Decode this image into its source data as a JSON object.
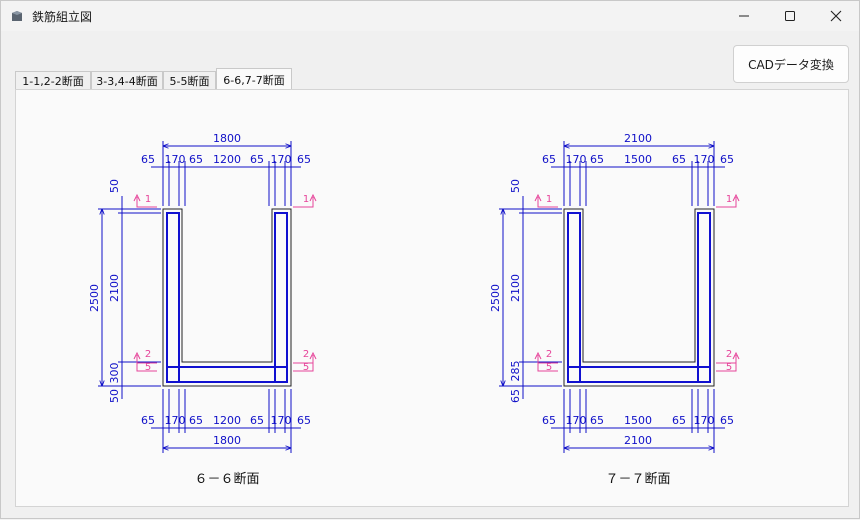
{
  "window": {
    "title": "鉄筋組立図"
  },
  "toolbar": {
    "cad_button_label": "CADデータ変換"
  },
  "tabs": [
    {
      "label": "1-1,2-2断面",
      "active": false
    },
    {
      "label": "3-3,4-4断面",
      "active": false
    },
    {
      "label": "5-5断面",
      "active": false
    },
    {
      "label": "6-6,7-7断面",
      "active": true
    }
  ],
  "colors": {
    "dimension": "#1010c8",
    "section_mark": "#e6449a",
    "rebar": "#1010d0",
    "outline": "#222222"
  },
  "section_left": {
    "caption": "６－６断面",
    "top_total": "1800",
    "bottom_total": "1800",
    "top_parts": [
      "65",
      "170",
      "65",
      "1200",
      "65",
      "170",
      "65"
    ],
    "bottom_parts": [
      "65",
      "170",
      "65",
      "1200",
      "65",
      "170",
      "65"
    ],
    "left_total": "2500",
    "left_parts": [
      "50",
      "2100",
      "300",
      "50"
    ],
    "marks": {
      "top_left": "1",
      "top_right": "1",
      "mid_left_a": "2",
      "mid_left_b": "5",
      "mid_right_a": "2",
      "mid_right_b": "5"
    }
  },
  "section_right": {
    "caption": "７－７断面",
    "top_total": "2100",
    "bottom_total": "2100",
    "top_parts": [
      "65",
      "170",
      "65",
      "1500",
      "65",
      "170",
      "65"
    ],
    "bottom_parts": [
      "65",
      "170",
      "65",
      "1500",
      "65",
      "170",
      "65"
    ],
    "left_total": "2500",
    "left_parts": [
      "50",
      "2100",
      "285",
      "65"
    ],
    "marks": {
      "top_left": "1",
      "top_right": "1",
      "mid_left_a": "2",
      "mid_left_b": "5",
      "mid_right_a": "2",
      "mid_right_b": "5"
    }
  }
}
